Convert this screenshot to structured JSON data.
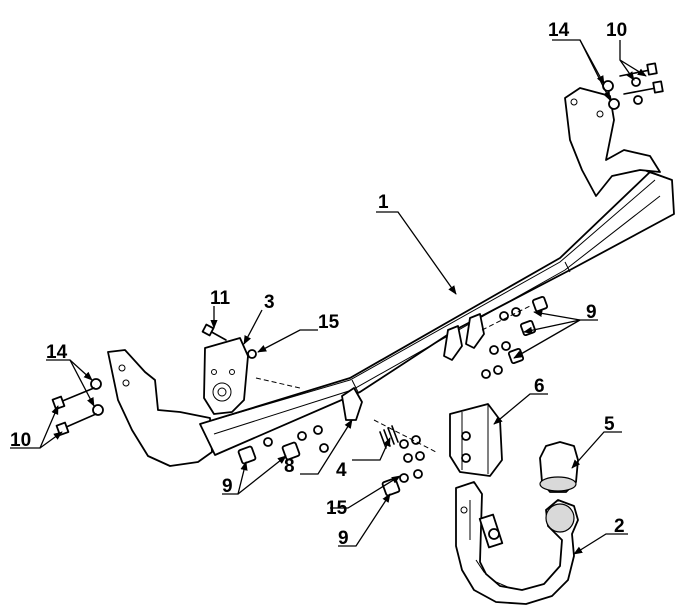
{
  "labels": {
    "p1": "1",
    "p2": "2",
    "p3": "3",
    "p4": "4",
    "p5": "5",
    "p6": "6",
    "p8": "8",
    "p9_top": "9",
    "p9_left": "9",
    "p9_bottom": "9",
    "p10_top": "10",
    "p10_left": "10",
    "p11": "11",
    "p14_top": "14",
    "p14_left": "14",
    "p15_top": "15",
    "p15_bottom": "15"
  }
}
